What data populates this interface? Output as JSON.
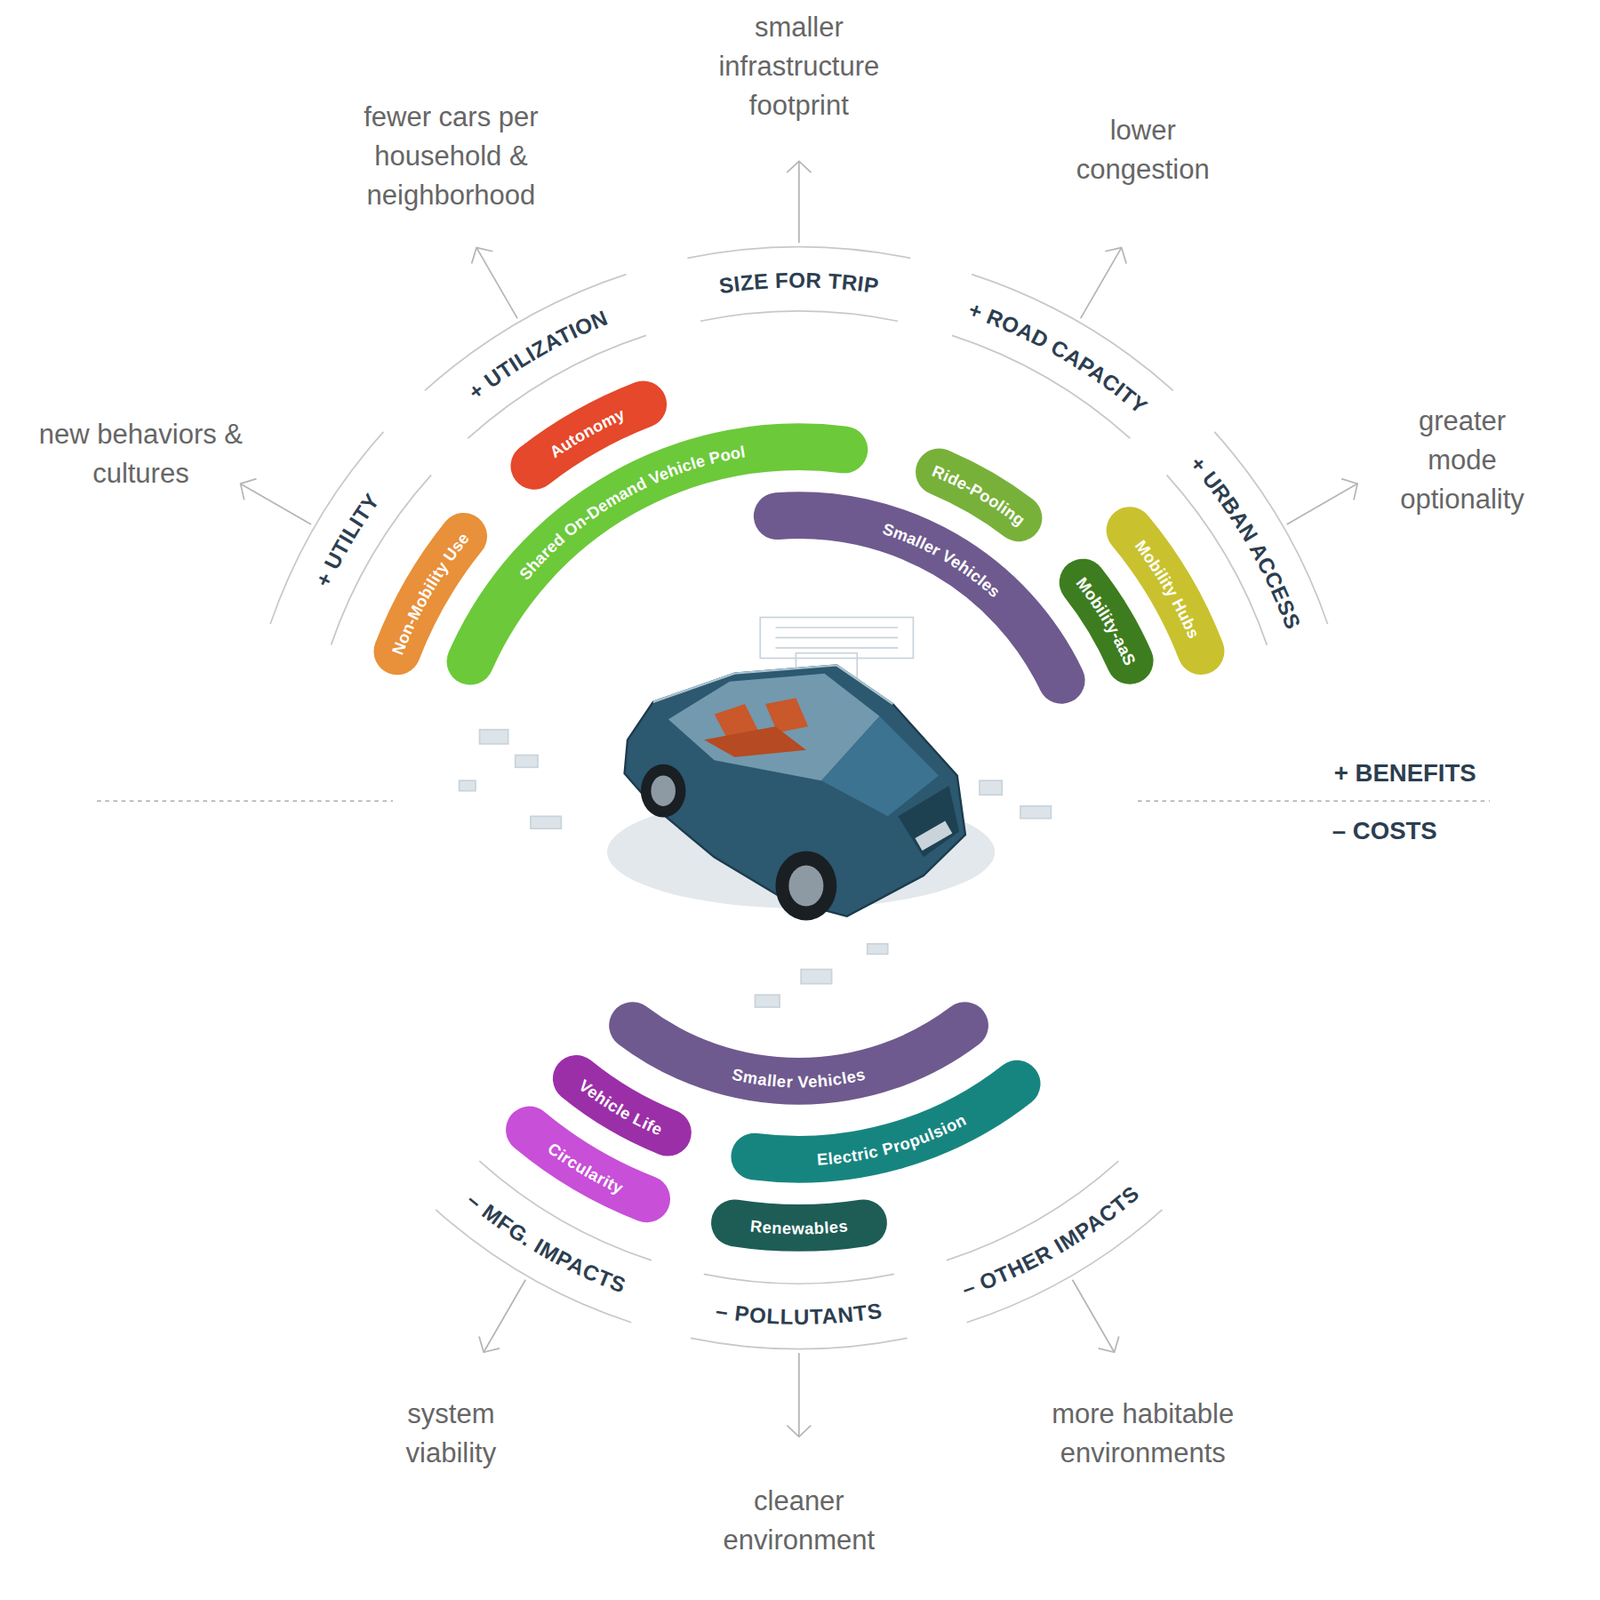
{
  "diagram": {
    "nodes": [
      {
        "text": [
          "Non-Mobility Use"
        ]
      },
      {
        "text": [
          "Autonomy"
        ]
      },
      {
        "text": [
          "Shared On-Demand Vehicle Pool"
        ]
      },
      {
        "text": [
          "Ride-Pooling"
        ]
      },
      {
        "text": [
          "Smaller Vehicles"
        ]
      },
      {
        "text": [
          "Mobility-aaS"
        ]
      },
      {
        "text": [
          "Mobility Hubs"
        ]
      },
      {
        "text": [
          "Smaller Vehicles"
        ]
      },
      {
        "text": [
          "Vehicle Life"
        ]
      },
      {
        "text": [
          "Electric Propulsion"
        ]
      },
      {
        "text": [
          "Circularity"
        ]
      },
      {
        "text": [
          "Renewables"
        ]
      }
    ],
    "labels": [
      "+ UTILITY",
      "+ UTILIZATION",
      "SIZE FOR TRIP",
      "+ ROAD CAPACITY",
      "+ URBAN ACCESS",
      "new behaviors & cultures",
      "fewer cars per household & neighborhood",
      "smaller infrastructure footprint",
      "lower congestion",
      "greater mode optionality",
      "+ BENEFITS",
      "– COSTS",
      "– MFG. IMPACTS",
      "– POLLUTANTS",
      "– OTHER IMPACTS",
      "system viability",
      "cleaner environment",
      "more habitable environments"
    ]
  }
}
